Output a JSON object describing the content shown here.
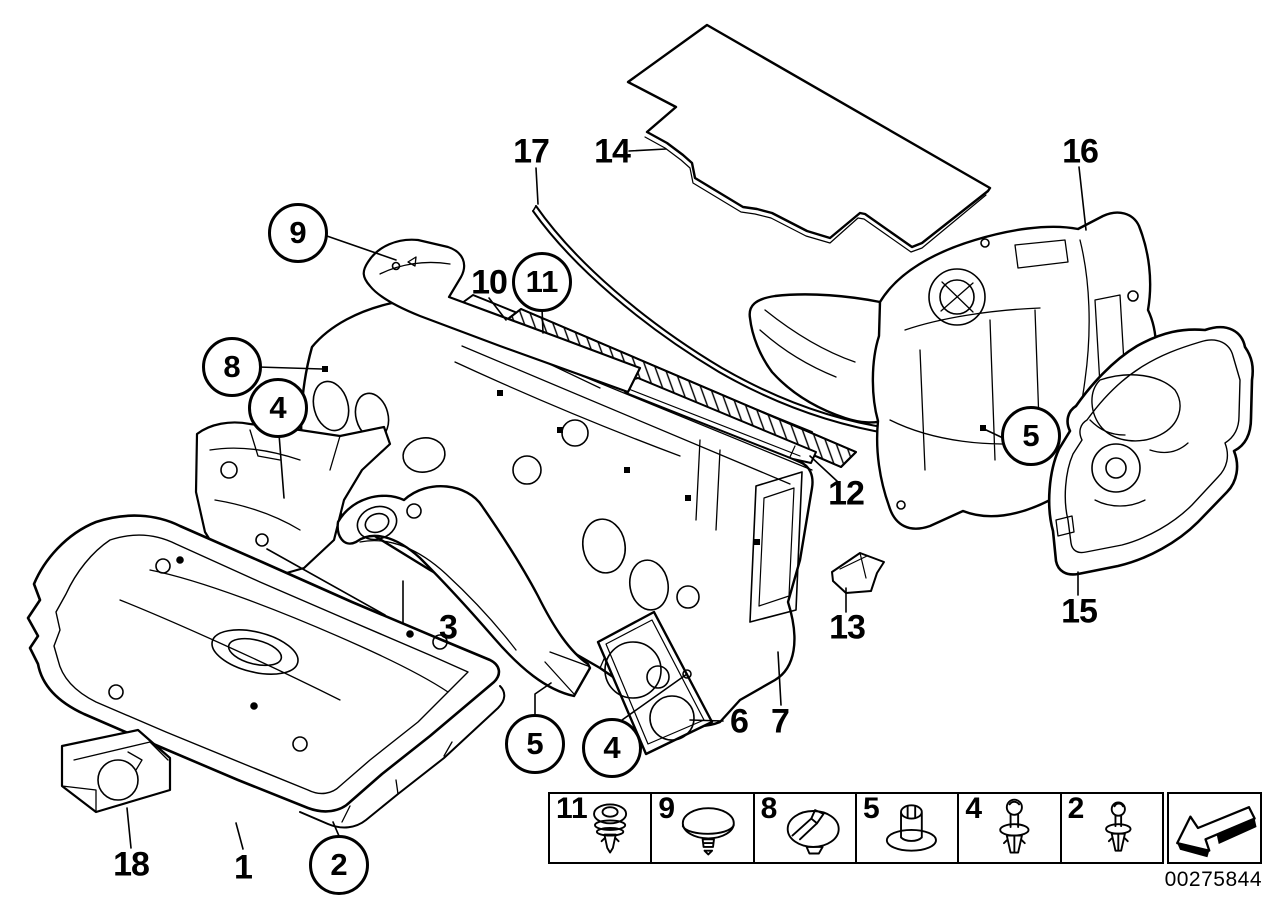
{
  "figure": {
    "doc_number": "00275844",
    "line_color": "#000000",
    "background": "#ffffff"
  },
  "callouts": [
    {
      "label": "17",
      "style": "plain"
    },
    {
      "label": "14",
      "style": "plain"
    },
    {
      "label": "16",
      "style": "plain"
    },
    {
      "label": "9",
      "style": "circled"
    },
    {
      "label": "10",
      "style": "plain"
    },
    {
      "label": "11",
      "style": "circled"
    },
    {
      "label": "8",
      "style": "circled"
    },
    {
      "label": "4",
      "style": "circled"
    },
    {
      "label": "12",
      "style": "plain"
    },
    {
      "label": "5",
      "style": "circled"
    },
    {
      "label": "3",
      "style": "plain"
    },
    {
      "label": "13",
      "style": "plain"
    },
    {
      "label": "15",
      "style": "plain"
    },
    {
      "label": "5",
      "style": "circled"
    },
    {
      "label": "4",
      "style": "circled"
    },
    {
      "label": "6",
      "style": "plain"
    },
    {
      "label": "7",
      "style": "plain"
    },
    {
      "label": "18",
      "style": "plain"
    },
    {
      "label": "1",
      "style": "plain"
    },
    {
      "label": "2",
      "style": "circled"
    }
  ],
  "legend": {
    "cells": [
      {
        "number": "11",
        "icon": "push-rivet-icon"
      },
      {
        "number": "9",
        "icon": "sheet-metal-screw-clip-icon"
      },
      {
        "number": "8",
        "icon": "turnlock-fastener-icon"
      },
      {
        "number": "5",
        "icon": "grommet-plug-icon"
      },
      {
        "number": "4",
        "icon": "expanding-rivet-icon"
      },
      {
        "number": "2",
        "icon": "expanding-rivet-small-icon"
      }
    ],
    "arrow_icon": "direction-of-travel-arrow-icon"
  }
}
